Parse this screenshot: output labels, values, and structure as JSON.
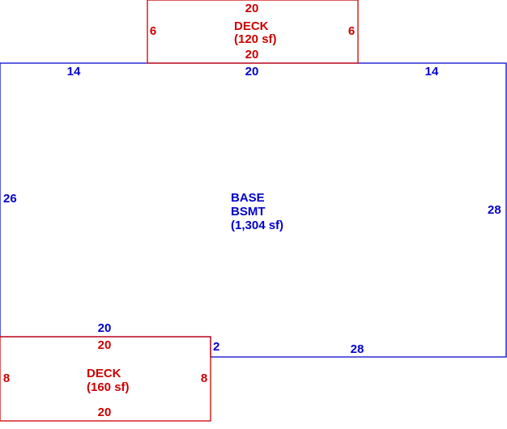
{
  "colors": {
    "base": "#0000cc",
    "deck": "#cc0000",
    "background": "#ffffff"
  },
  "top_deck": {
    "name": "DECK",
    "area": "(120 sf)",
    "dims": {
      "top": "20",
      "bottom": "20",
      "left": "6",
      "right": "6"
    }
  },
  "base": {
    "name_line1": "BASE",
    "name_line2": "BSMT",
    "area": "(1,304 sf)",
    "dims": {
      "top_left": "14",
      "top_middle": "20",
      "top_right": "14",
      "left": "26",
      "right": "28",
      "bottom_left": "20",
      "step": "2",
      "bottom_right": "28"
    }
  },
  "bottom_deck": {
    "name": "DECK",
    "area": "(160 sf)",
    "dims": {
      "top": "20",
      "bottom": "20",
      "left": "8",
      "right": "8"
    }
  }
}
